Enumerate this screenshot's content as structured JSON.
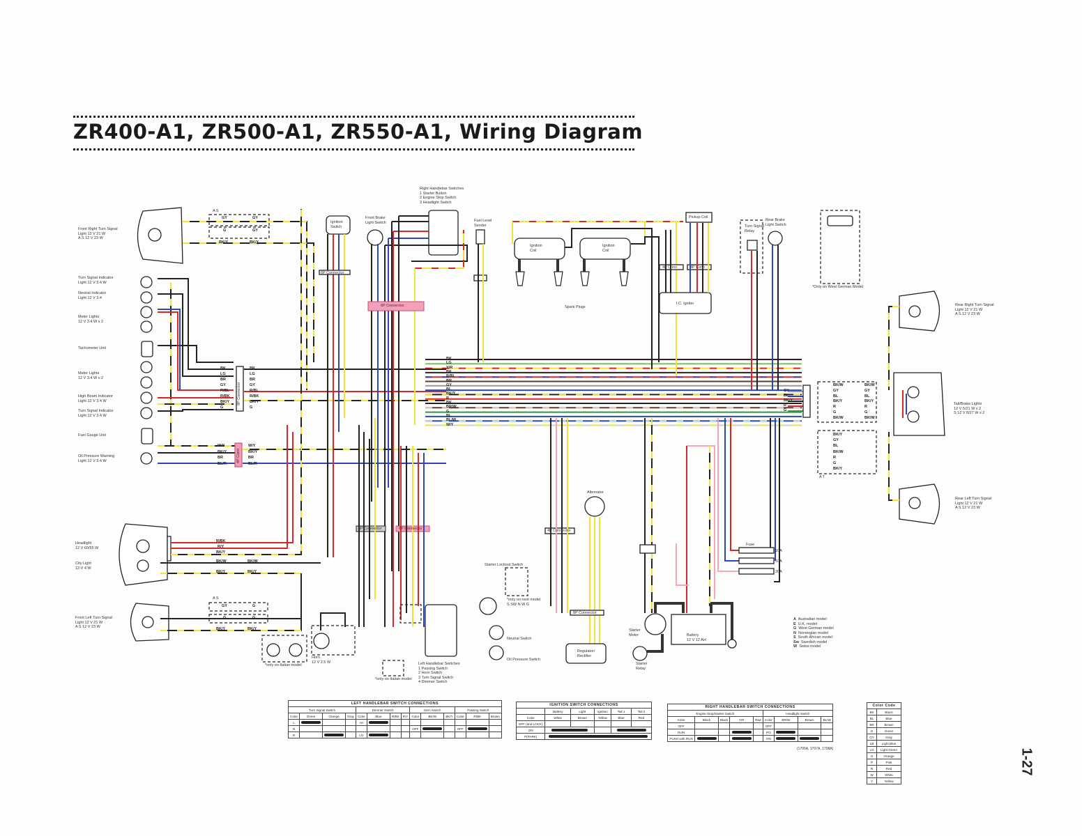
{
  "title": "ZR400-A1, ZR500-A1, ZR550-A1, Wiring  Diagram",
  "page_number": "1-27",
  "components": {
    "front_right_turn": [
      "Front Right Turn Signal",
      "Light 12 V 21 W",
      "A S 12 V 23 W"
    ],
    "turn_ind_1": [
      "Turn Signal Indicator",
      "Light 12 V 3.4 W"
    ],
    "neutral_ind": [
      "Neutral Indicator",
      "Light 12 V 3.4"
    ],
    "meter_lights_1": [
      "Meter Lights",
      "12 V 3.4 W x 2"
    ],
    "tachometer": [
      "Tachometer Unit"
    ],
    "meter_lights_2": [
      "Meter Lights",
      "12 V 3.4 W x 2"
    ],
    "high_beam": [
      "High Beam Indicator",
      "Light 12 V 3.4 W"
    ],
    "turn_ind_2": [
      "Turn Signal Indicator",
      "Light 12 V 3.4 W"
    ],
    "fuel_gauge": [
      "Fuel Gauge Unit"
    ],
    "oil_warning": [
      "Oil Pressure Warning",
      "Light 12 V 3.4 W"
    ],
    "headlight": [
      "Headlight",
      "12 V 60/55 W"
    ],
    "city_light": [
      "City Light",
      "12 V 4 W"
    ],
    "front_left_turn": [
      "Front Left Turn Signal",
      "Light 12 V 21 W",
      "A S 12 V 23 W"
    ],
    "horn": [
      "Horn",
      "12 V 2.5 W"
    ],
    "italian_1": [
      "*only on Italian model"
    ],
    "italian_2": [
      "*only on Italian model"
    ],
    "ignition_switch": [
      "Ignition",
      "Switch"
    ],
    "front_brake": [
      "Front Brake",
      "Light Switch"
    ],
    "right_handlebar": [
      "Right Handlebar Switches",
      "1 Starter Button",
      "2 Engine Stop Switch",
      "3 Headlight Switch"
    ],
    "fuel_sender": [
      "Fuel Level",
      "Sender"
    ],
    "ign_coil_1": [
      "Ignition",
      "Coil"
    ],
    "ign_coil_2": [
      "Ignition",
      "Coil"
    ],
    "spark_plugs": [
      "Spark Plugs"
    ],
    "pickup_coil": [
      "Pickup Coil"
    ],
    "ic_igniter": [
      "I.C. Igniter"
    ],
    "turn_relay": [
      "Turn Signal",
      "Relay"
    ],
    "rear_brake": [
      "Rear Brake",
      "Light Switch"
    ],
    "west_german": [
      "*Only on West German Model"
    ],
    "rear_right_turn": [
      "Rear Right Turn Signal",
      "Light 12 V 21 W",
      "A S 12 V 23 W"
    ],
    "tail_brake": [
      "Tail/Brake Lights",
      "12 V 5/21 W x 2",
      "S 12 V 8/27 W x 2"
    ],
    "rear_left_turn": [
      "Rear Left Turn Signal",
      "Light 12 V 21 W",
      "A S 12 V 23 W"
    ],
    "alternator": [
      "Alternator"
    ],
    "regulator": [
      "Regulator/",
      "Rectifier"
    ],
    "starter_lockout": [
      "Starter Lockout Switch"
    ],
    "lockout_note": [
      "*only on next model",
      "S SW N W G"
    ],
    "neutral_switch": [
      "Neutral Switch"
    ],
    "oil_switch": [
      "Oil Pressure Switch"
    ],
    "left_handlebar": [
      "Left Handlebar Switches",
      "1 Passing Switch",
      "2 Horn Switch",
      "3 Turn Signal Switch",
      "4 Dimmer Switch"
    ],
    "starter_motor": [
      "Starter",
      "Motor"
    ],
    "starter_relay": [
      "Starter",
      "Relay"
    ],
    "battery": [
      "Battery",
      "12 V 12 AH"
    ],
    "fuse": [
      "Fuse",
      "10A",
      "10A",
      "20A"
    ],
    "connectors": {
      "p9": "9P Connector",
      "p4": "4P Conn",
      "p4b": "4P Conn",
      "p6": "6P Connector",
      "p6b": "6P Connector",
      "p8": "8P Connector",
      "p6c": "6P Connector",
      "p4r": "4P Connector",
      "as": "A S",
      "as2": "A S",
      "as3": "A T"
    }
  },
  "connector_9p": {
    "left": [
      "BK",
      "LG",
      "BR",
      "GY",
      "R/BL",
      "R/BK",
      "BK/Y",
      "G"
    ],
    "right": [
      "BK",
      "LG",
      "BR",
      "GY",
      "R/BL",
      "R/BK",
      "BK/Y",
      "G"
    ]
  },
  "connector_4p": {
    "left": [
      "W/Y",
      "BK/Y",
      "BR",
      "BL/R"
    ],
    "right": [
      "W/Y",
      "BK/Y",
      "BR",
      "BL/R"
    ]
  },
  "front_right_wires": [
    "GY",
    "GY",
    "G",
    "GY",
    "BK/Y",
    "BK/Y"
  ],
  "headlight_wires": [
    "R/BK",
    "R/Y",
    "BK/Y",
    "BK/W",
    "BK/W",
    "BK/Y",
    "BK/Y"
  ],
  "front_left_wires": [
    "GY",
    "G",
    "G",
    "G",
    "BK/Y",
    "BK/Y"
  ],
  "harness_labels": [
    "BK",
    "LG",
    "Y/R",
    "BK",
    "R/BL",
    "BR",
    "GY",
    "BL",
    "BK/Y",
    "R",
    "BK",
    "BR/W",
    "G",
    "BL",
    "BL/W",
    "W/Y"
  ],
  "rear_conn_labels": [
    "BK/W",
    "GY",
    "BL",
    "BK/Y",
    "R",
    "G",
    "BK/W"
  ],
  "rear_conn_labels_2": [
    "BK/Y",
    "GY",
    "BL",
    "BK/W",
    "R",
    "G",
    "BK/Y"
  ],
  "rear_bundle": [
    "GY",
    "BL",
    "BK/Y",
    "R",
    "G"
  ],
  "legend": [
    [
      "A",
      "Australian model"
    ],
    [
      "E",
      "U.K. model"
    ],
    [
      "G",
      "West German model"
    ],
    [
      "N",
      "Norwegian model"
    ],
    [
      "S",
      "South African model"
    ],
    [
      "Sw",
      "Swedish model"
    ],
    [
      "W",
      "Swiss model"
    ]
  ],
  "left_table": {
    "title": "LEFT HANDLEBAR SWITCH CONNECTIONS",
    "groups": [
      "Turn Signal Switch",
      "Dimmer Switch",
      "Horn Switch",
      "Passing Switch"
    ],
    "headers": [
      "Color",
      "Green",
      "Orange",
      "Gray",
      "Color",
      "Blue",
      "R/BK",
      "R/Y",
      "Color",
      "BK/W",
      "BK/Y",
      "Color",
      "R/BK",
      "Brown"
    ],
    "rows": [
      [
        "L",
        "",
        "",
        "",
        "HI",
        "",
        "",
        "",
        "",
        "",
        "",
        "",
        "",
        ""
      ],
      [
        "N",
        "",
        "",
        "",
        "",
        "",
        "",
        "",
        "OFF",
        "",
        "",
        "OFF",
        "",
        ""
      ],
      [
        "R",
        "",
        "",
        "",
        "LO",
        "",
        "",
        "",
        "",
        "",
        "",
        "",
        "",
        ""
      ]
    ]
  },
  "ign_table": {
    "title": "IGNITION SWITCH CONNECTIONS",
    "headers": [
      "",
      "Battery",
      "Light",
      "Ignition",
      "Tail 1",
      "Tail 2"
    ],
    "colors": [
      "Color",
      "White",
      "Brown",
      "Yellow",
      "Blue",
      "Red"
    ],
    "rows": [
      "OFF (and LOCK)",
      "ON",
      "P(PARK)"
    ]
  },
  "right_table": {
    "title": "RIGHT HANDLEBAR SWITCH CONNECTIONS",
    "groups": [
      "Engine Stop/Starter Switch",
      "Headlight Switch"
    ],
    "headers": [
      "Color",
      "Black",
      "Black",
      "Y/R",
      "Red",
      "Color",
      "BR/W",
      "Brown",
      "BL/W"
    ],
    "rows": [
      [
        "OFF",
        "",
        "",
        "",
        "",
        "OFF",
        "",
        "",
        ""
      ],
      [
        "RUN",
        "",
        "",
        "",
        "",
        "PO",
        "",
        "",
        ""
      ],
      [
        "PUSH with RUN",
        "",
        "",
        "",
        "",
        "ON",
        "",
        "",
        ""
      ]
    ],
    "note": "(1705A, 1707A, 1708A)"
  },
  "color_code": {
    "title": "Color Code",
    "rows": [
      [
        "BK",
        "Black"
      ],
      [
        "BL",
        "Blue"
      ],
      [
        "BR",
        "Brown"
      ],
      [
        "G",
        "Green"
      ],
      [
        "GY",
        "Gray"
      ],
      [
        "LB",
        "Light Blue"
      ],
      [
        "LG",
        "Light Green"
      ],
      [
        "O",
        "Orange"
      ],
      [
        "P",
        "Pink"
      ],
      [
        "R",
        "Red"
      ],
      [
        "W",
        "White"
      ],
      [
        "Y",
        "Yellow"
      ]
    ]
  },
  "colors": {
    "black": "#222222",
    "red": "#d8262a",
    "yellow": "#f2e23a",
    "blue": "#2b47b5",
    "pink": "#f4a7b9",
    "green": "#2d9a40",
    "gray": "#9a9a9a"
  }
}
